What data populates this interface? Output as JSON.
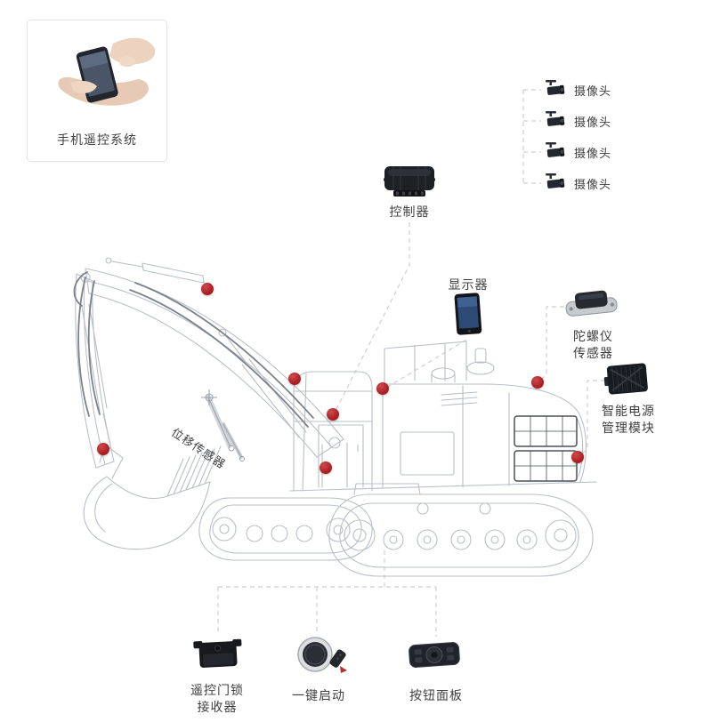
{
  "colors": {
    "marker": "#a81e22",
    "connector": "#cfcfcf",
    "sketch": "#b9bfc8",
    "text": "#3f3f3f"
  },
  "phone_system": {
    "label": "手机遥控系统"
  },
  "cameras": {
    "items": [
      {
        "label": "摄像头"
      },
      {
        "label": "摄像头"
      },
      {
        "label": "摄像头"
      },
      {
        "label": "摄像头"
      }
    ]
  },
  "controller": {
    "label": "控制器"
  },
  "display": {
    "label": "显示器"
  },
  "gyroscope": {
    "label_line1": "陀螺仪",
    "label_line2": "传感器"
  },
  "power_module": {
    "label_line1": "智能电源",
    "label_line2": "管理模块"
  },
  "displacement_sensor": {
    "label": "位移传感器"
  },
  "door_lock_receiver": {
    "label_line1": "遥控门锁",
    "label_line2": "接收器"
  },
  "one_key_start": {
    "label": "一键启动"
  },
  "button_panel": {
    "label": "按钮面板"
  },
  "markers": {
    "count": 8
  }
}
